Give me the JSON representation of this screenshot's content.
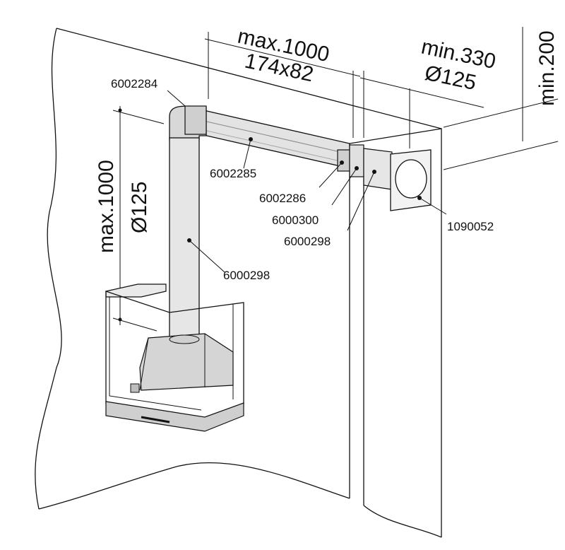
{
  "dimensions": {
    "horizontal_max": "max.1000",
    "horizontal_section": "174x82",
    "wall_min": "min.330",
    "wall_diameter": "Ø125",
    "ceiling_min": "min.200",
    "vertical_max": "max.1000",
    "vertical_diameter": "Ø125"
  },
  "parts": {
    "elbow": "6002284",
    "flat_duct": "6002285",
    "adapter": "6002286",
    "wall_sleeve": "6000300",
    "round_duct_wall": "6000298",
    "round_duct_vertical": "6000298",
    "wall_grille": "1090052"
  },
  "colors": {
    "duct_fill": "#e3e3e3",
    "duct_shade": "#c9c9c9",
    "hood_fill": "#d5d5d5",
    "line": "#111111"
  }
}
